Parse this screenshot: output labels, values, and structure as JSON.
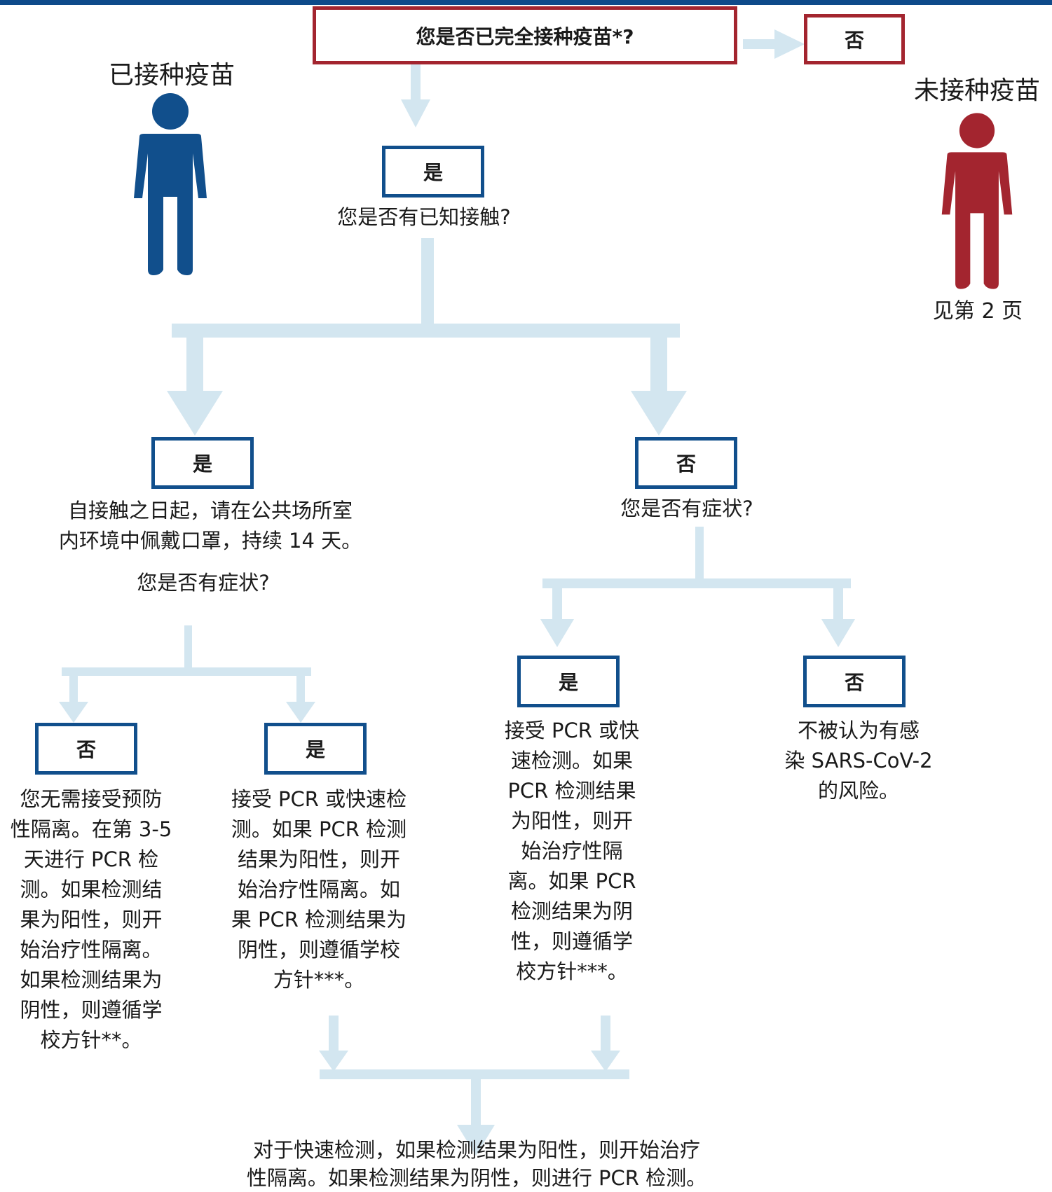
{
  "question_main": "您是否已完全接种疫苗*?",
  "main_no": "否",
  "vaccinated_label": "已接种疫苗",
  "unvaccinated_label": "未接种疫苗",
  "see_page": "见第 2 页",
  "vaccinated_yes": "是",
  "known_contact_q": "您是否有已知接触?",
  "contact_yes": "是",
  "contact_yes_text": "自接触之日起，请在公共场所室\n内环境中佩戴口罩，持续 14 天。",
  "contact_yes_symptom_q": "您是否有症状?",
  "contact_no": "否",
  "contact_no_symptom_q": "您是否有症状?",
  "a_no": "否",
  "a_no_text": "您无需接受预防\n性隔离。在第 3-5\n天进行 PCR 检\n测。如果检测结\n果为阳性，则开\n始治疗性隔离。\n如果检测结果为\n阴性，则遵循学\n校方针**。",
  "a_yes": "是",
  "a_yes_text": "接受 PCR 或快速检\n测。如果 PCR 检测\n结果为阳性，则开\n始治疗性隔离。如\n果 PCR 检测结果为\n阴性，则遵循学校\n方针***。",
  "b_yes": "是",
  "b_yes_text": "接受 PCR 或快\n速检测。如果\nPCR 检测结果\n为阳性，则开\n始治疗性隔\n离。如果 PCR\n检测结果为阴\n性，则遵循学\n校方针***。",
  "b_no": "否",
  "b_no_text": "不被认为有感\n染 SARS-CoV-2\n的风险。",
  "rapid_test_text": "对于快速检测，如果检测结果为阳性，则开始治疗\n性隔离。如果检测结果为阴性，则进行 PCR 检测。",
  "colors": {
    "blue": "#114f8c",
    "red": "#a3252f",
    "connector": "#d3e6f0",
    "top_bar": "#0e4a8a"
  },
  "icons": {
    "vaccinated": "person-icon",
    "unvaccinated": "person-icon"
  }
}
